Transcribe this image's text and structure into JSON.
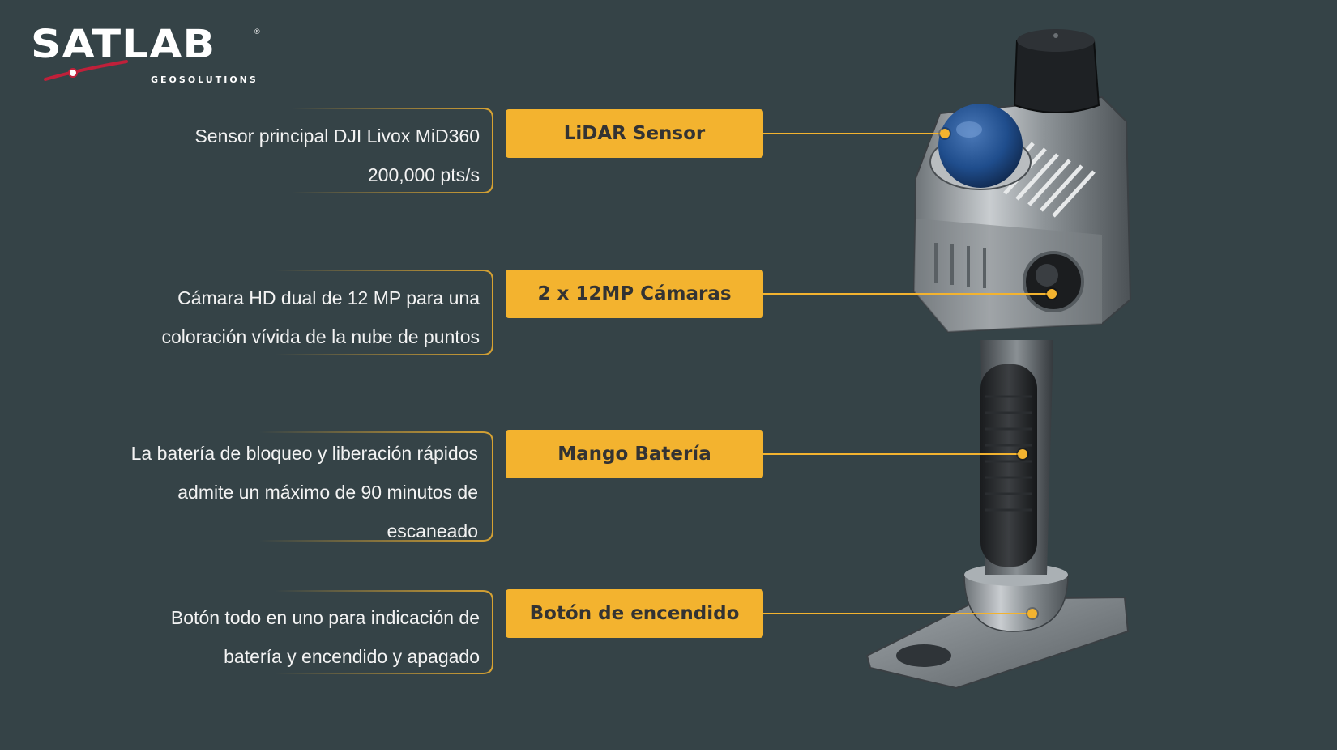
{
  "logo": {
    "wordmark": "SATLAB",
    "subtitle": "GEOSOLUTIONS",
    "registered": "®"
  },
  "colors": {
    "background": "#354347",
    "accent": "#f3b32f",
    "label_text": "#333333",
    "body_text": "#f3f3f3"
  },
  "features": [
    {
      "label": "LiDAR Sensor",
      "description": [
        "Sensor principal DJI Livox MiD360",
        "200,000 pts/s"
      ]
    },
    {
      "label": "2 x 12MP Cámaras",
      "description": [
        "Cámara HD dual de 12 MP para una",
        "coloración vívida de la nube de puntos"
      ]
    },
    {
      "label": "Mango Batería",
      "description": [
        "La batería de bloqueo y liberación rápidos",
        "admite un máximo de 90 minutos de",
        "escaneado"
      ]
    },
    {
      "label": "Botón de encendido",
      "description": [
        "Botón todo en uno para indicación de",
        "batería y encendido y apagado"
      ]
    }
  ]
}
